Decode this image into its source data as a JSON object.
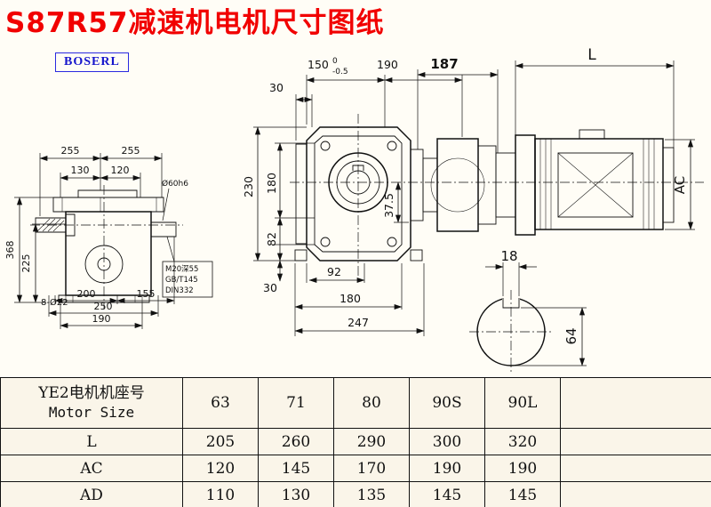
{
  "title": "S87R57减速机电机尺寸图纸",
  "logo": "BOSERL",
  "drawing": {
    "side_view": {
      "d255a": "255",
      "d255b": "255",
      "d130": "130",
      "d120": "120",
      "d368": "368",
      "d225": "225",
      "d200": "200",
      "d155": "155",
      "d250": "250",
      "d190": "190",
      "d8_o22": "8-Ø22",
      "d_o60": "Ø60h6",
      "thread_note_1": "M20深55",
      "thread_note_2": "GB/T145",
      "thread_note_3": "DIN332"
    },
    "front_view": {
      "d150": "150",
      "d150_tol_up": "0",
      "d150_tol_dn": "-0.5",
      "d190": "190",
      "d30_top": "30",
      "d230": "230",
      "d180_left": "180",
      "d82": "82",
      "d30_bottom": "30",
      "d92": "92",
      "d180_bottom": "180",
      "d247": "247",
      "d37_5": "37.5"
    },
    "motor": {
      "d187": "187",
      "dL": "L",
      "dAC": "AC"
    },
    "shaft_section": {
      "d18": "18",
      "d64": "64"
    }
  },
  "table": {
    "header_cn": "YE2电机机座号",
    "header_en": "Motor Size",
    "columns": [
      "63",
      "71",
      "80",
      "90S",
      "90L"
    ],
    "rows": [
      {
        "label": "L",
        "values": [
          "205",
          "260",
          "290",
          "300",
          "320"
        ]
      },
      {
        "label": "AC",
        "values": [
          "120",
          "145",
          "170",
          "190",
          "190"
        ]
      },
      {
        "label": "AD",
        "values": [
          "110",
          "130",
          "135",
          "145",
          "145"
        ]
      }
    ]
  }
}
